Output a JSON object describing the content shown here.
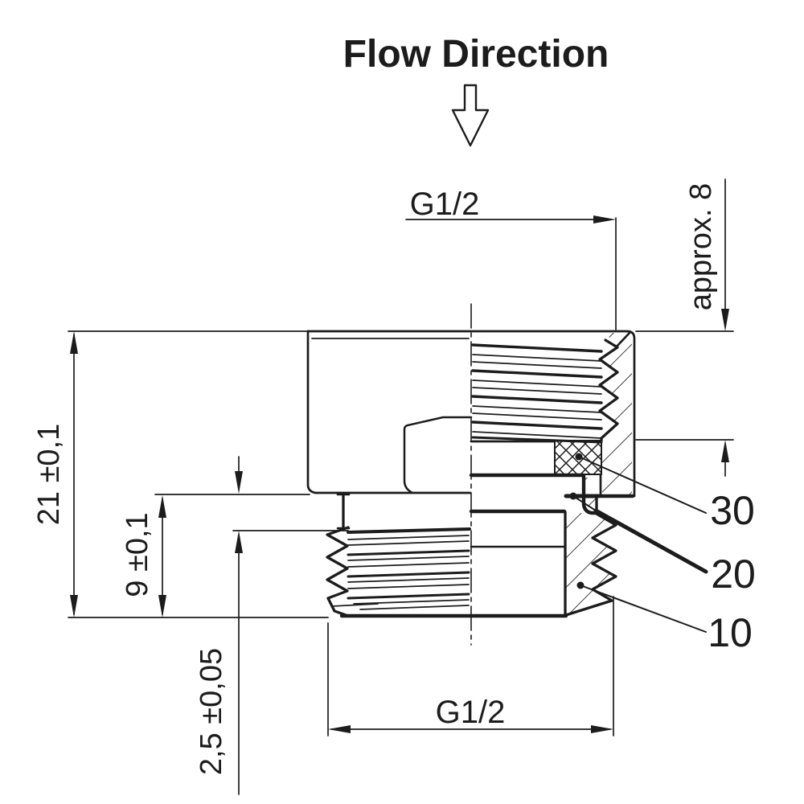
{
  "drawing": {
    "title": "Flow Direction",
    "dimensions": {
      "thread_top": "G1/2",
      "thread_bottom": "G1/2",
      "approx_depth": "approx. 8",
      "overall_height": "21 ±0,1",
      "thread_length": "9 ±0,1",
      "face_gap": "2,5 ±0,05"
    },
    "callouts": [
      {
        "number": "30"
      },
      {
        "number": "20"
      },
      {
        "number": "10"
      }
    ],
    "colors": {
      "line": "#1c1c1c",
      "background": "#ffffff"
    }
  }
}
